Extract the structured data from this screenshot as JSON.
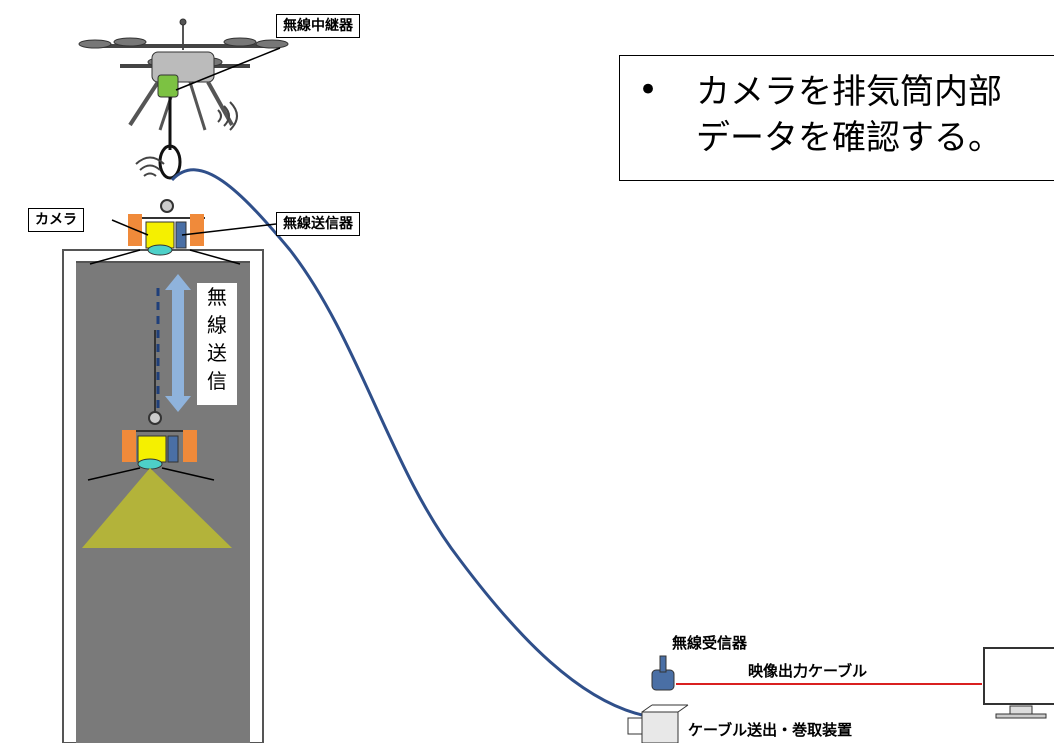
{
  "labels": {
    "relay": "無線中継器",
    "camera": "カメラ",
    "transmitter": "無線送信器",
    "vertical_chars": [
      "無",
      "線",
      "送",
      "信"
    ],
    "receiver": "無線受信器",
    "output_cable": "映像出力ケーブル",
    "reel_device": "ケーブル送出・巻取装置"
  },
  "callout": {
    "bullet": "•",
    "line1": "カメラを排気筒内部",
    "line2": "データを確認する。"
  },
  "colors": {
    "chimney_fill": "#7a7a7a",
    "cable": "#2f4f8a",
    "camera_body": "#f5f000",
    "bracket": "#f08a3a",
    "transmitter": "#4a6fa5",
    "light_cone": "#b3b33a",
    "relay_box": "#7cc242",
    "arrow": "#8fb3dc",
    "red_cable": "#d92020"
  },
  "icons": [
    "drone-icon",
    "wireless-signal-icon",
    "monitor-icon",
    "antenna-icon",
    "reel-device-icon"
  ]
}
